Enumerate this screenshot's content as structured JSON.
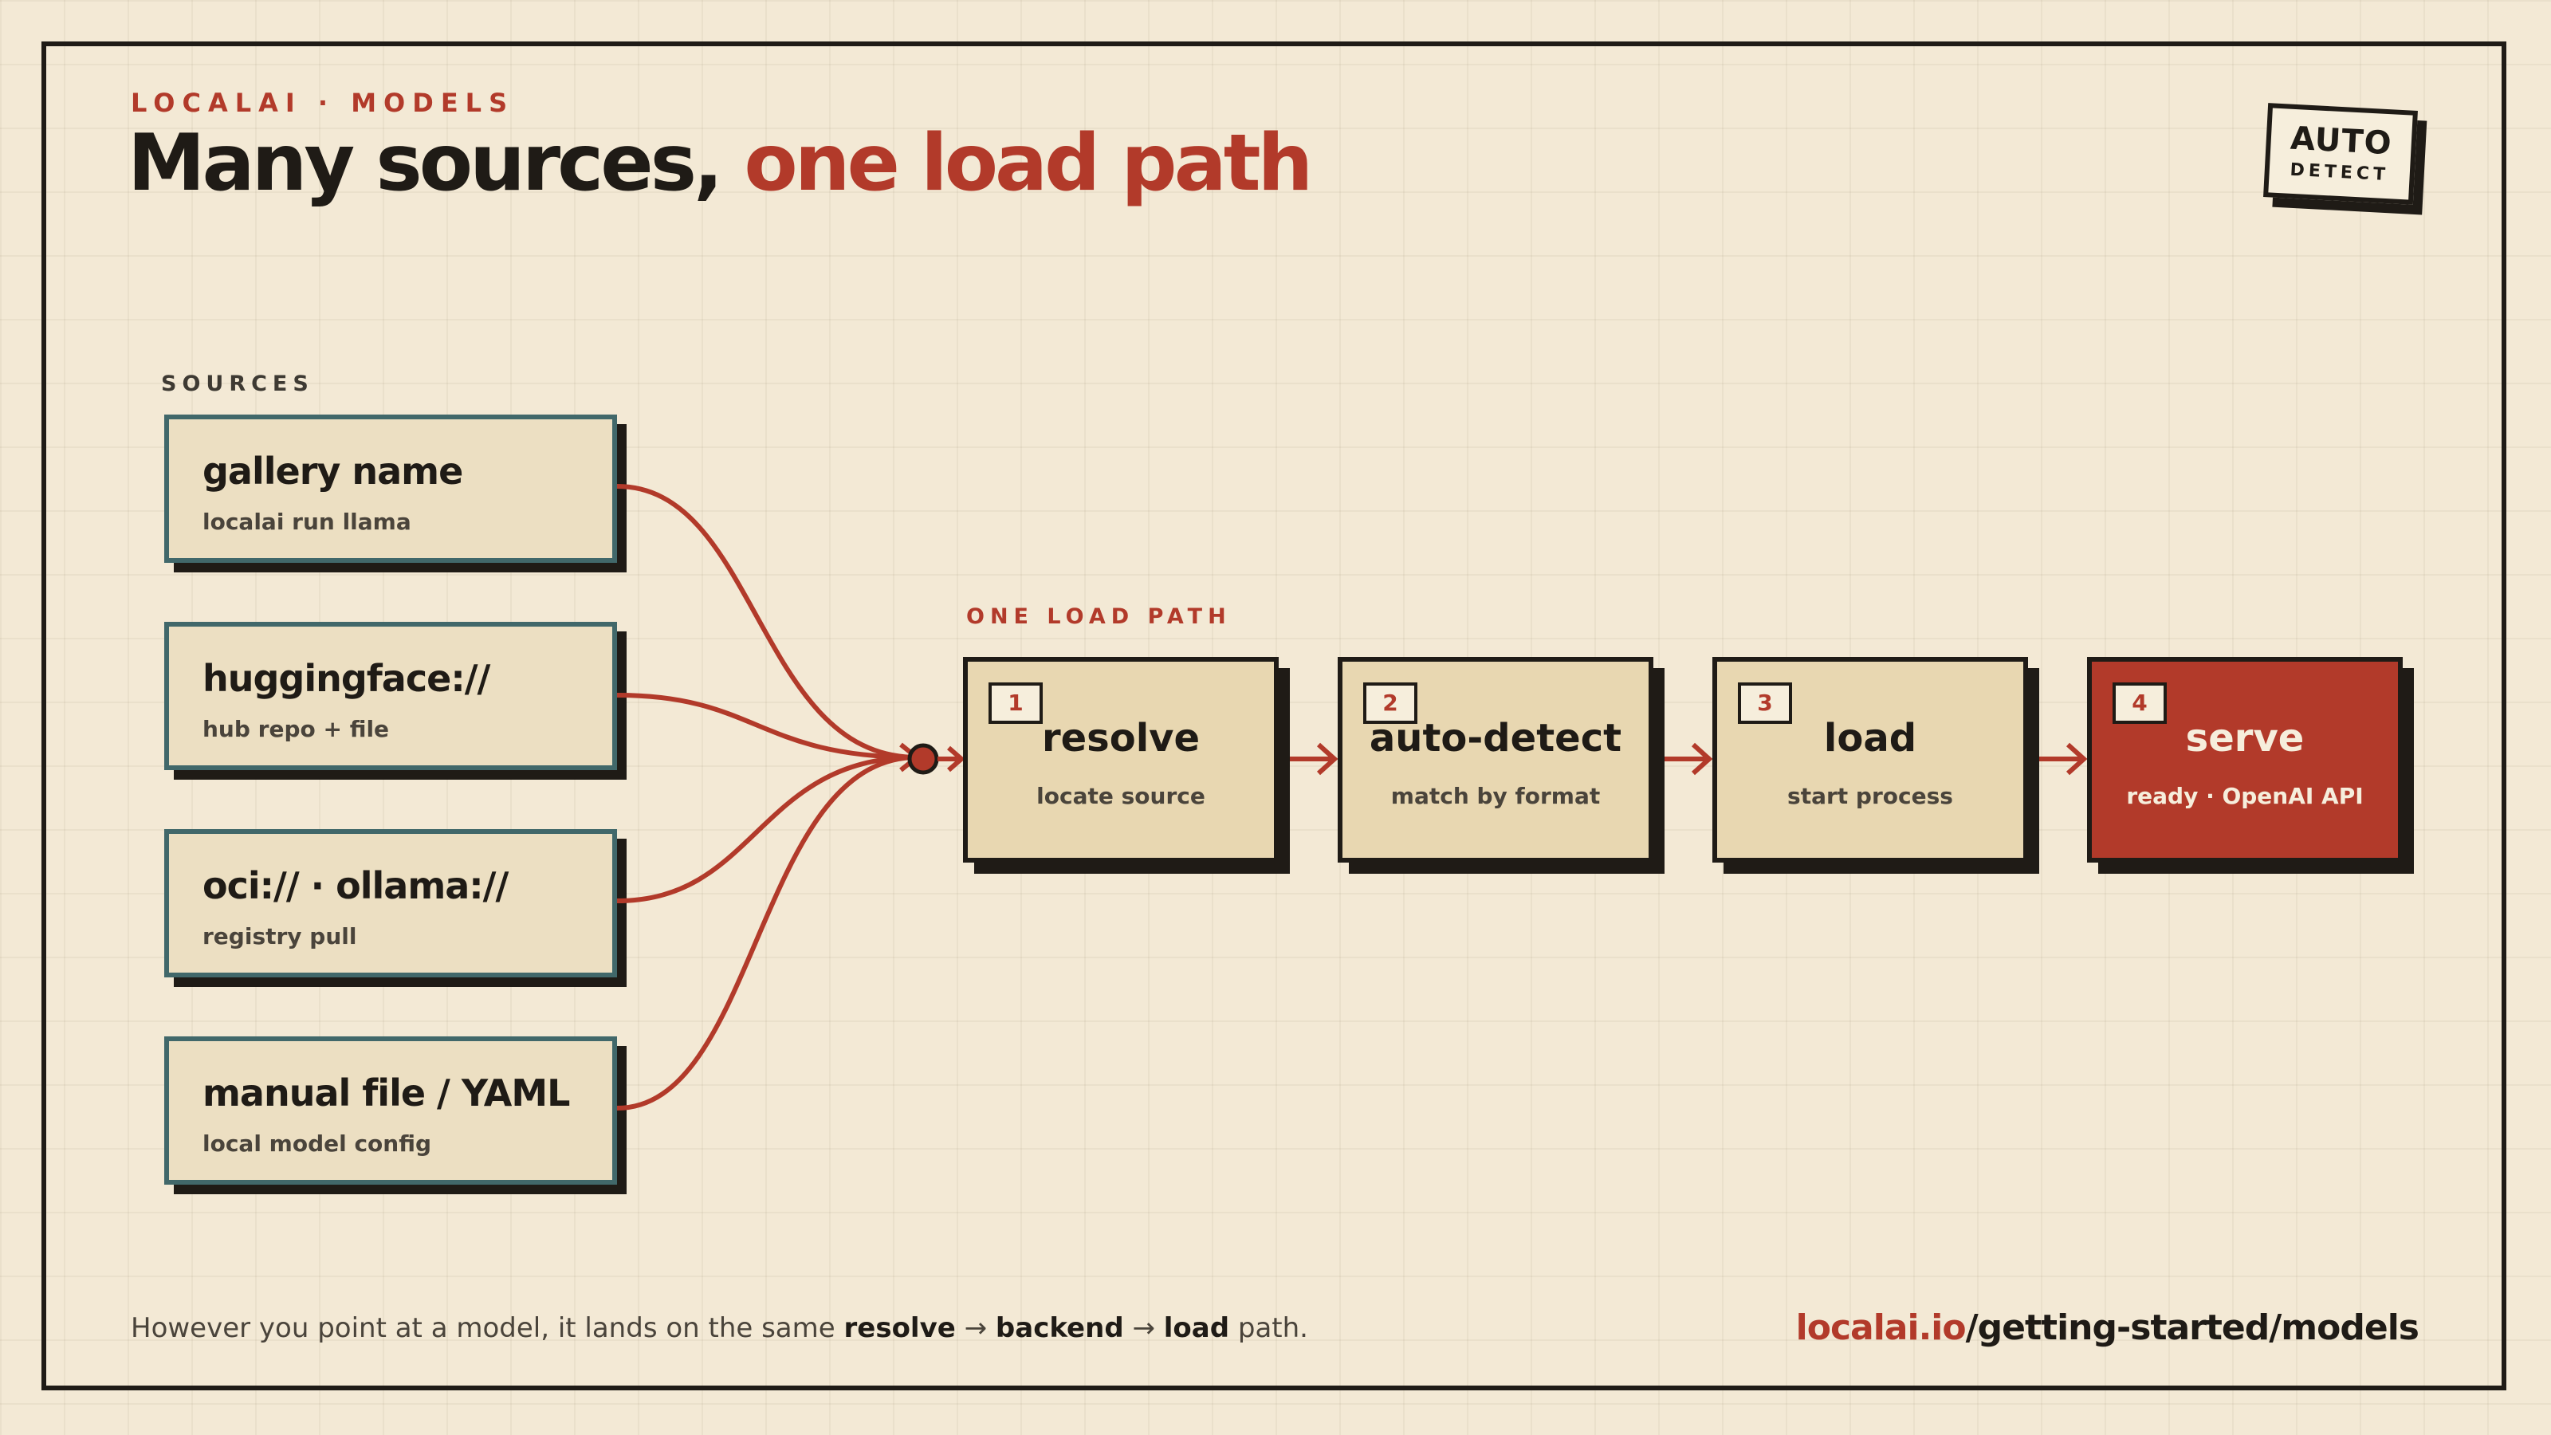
{
  "header": {
    "kicker": "LOCALAI · MODELS",
    "title_main": "Many sources,",
    "title_accent": "one load path"
  },
  "stamp": {
    "line1": "AUTO",
    "line2": "DETECT"
  },
  "sources": {
    "label": "SOURCES",
    "items": [
      {
        "title": "gallery name",
        "subtitle": "localai run llama"
      },
      {
        "title": "huggingface://",
        "subtitle": "hub repo + file"
      },
      {
        "title": "oci:// · ollama://",
        "subtitle": "registry pull"
      },
      {
        "title": "manual file / YAML",
        "subtitle": "local model config"
      }
    ]
  },
  "pipeline": {
    "label": "ONE LOAD PATH",
    "stages": [
      {
        "num": "1",
        "title": "resolve",
        "subtitle": "locate source"
      },
      {
        "num": "2",
        "title": "auto-detect",
        "subtitle": "match by format"
      },
      {
        "num": "3",
        "title": "load",
        "subtitle": "start process"
      },
      {
        "num": "4",
        "title": "serve",
        "subtitle": "ready · OpenAI API"
      }
    ]
  },
  "footer": {
    "text_before": "However you point at a model, it lands on the same ",
    "step1": "resolve",
    "arrow1": " → ",
    "step2": "backend",
    "arrow2": " → ",
    "step3": "load",
    "text_after": " path.",
    "link_accent": "localai.io",
    "link_rest": "/getting-started/models"
  },
  "colors": {
    "background": "#f3e9d5",
    "ink": "#1f1b16",
    "accent": "#b23a2a",
    "source_border": "#41686a",
    "stage_fill": "#e8d7b1"
  }
}
